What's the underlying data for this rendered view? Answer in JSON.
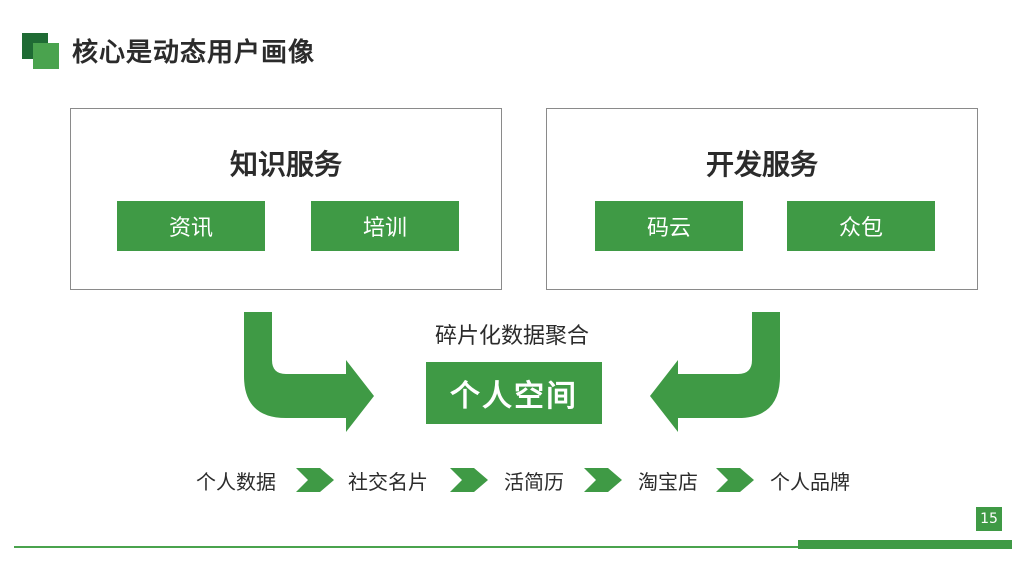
{
  "header": {
    "title": "核心是动态用户画像"
  },
  "panels": {
    "knowledge": {
      "title": "知识服务",
      "items": [
        "资讯",
        "培训"
      ]
    },
    "dev": {
      "title": "开发服务",
      "items": [
        "码云",
        "众包"
      ]
    }
  },
  "center": {
    "label": "碎片化数据聚合",
    "box": "个人空间"
  },
  "flow": {
    "items": [
      "个人数据",
      "社交名片",
      "活简历",
      "淘宝店",
      "个人品牌"
    ]
  },
  "footer": {
    "page_number": "15"
  },
  "colors": {
    "accent": "#3f9a45",
    "dark_green": "#1f6b34",
    "text": "#2b2b2b",
    "border": "#8a8a8a"
  }
}
